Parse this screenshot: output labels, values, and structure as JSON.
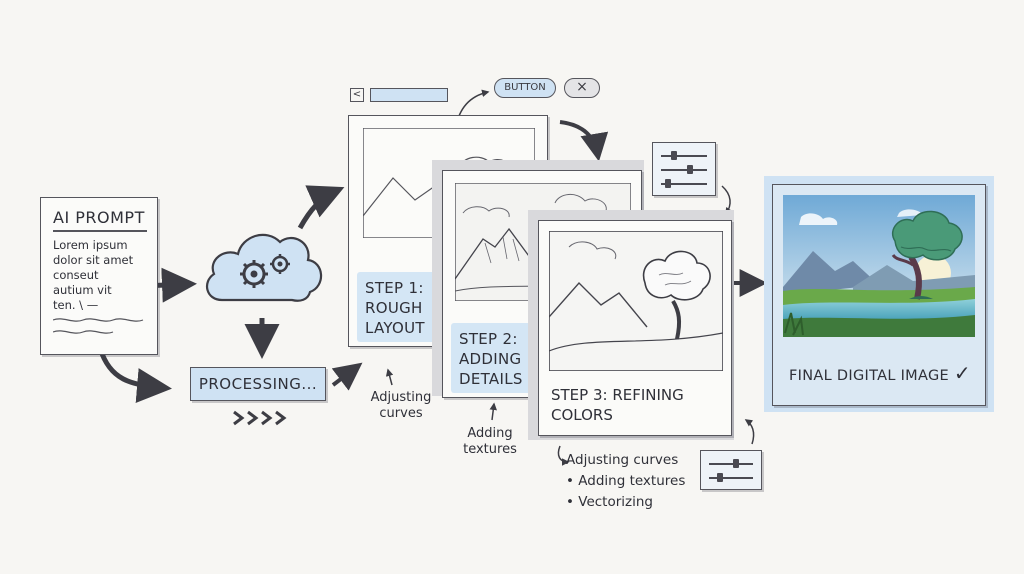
{
  "prompt": {
    "title": "AI PROMPT",
    "lines": [
      "Lorem ipsum",
      "dolor sit amet",
      "conseut",
      "autium vit",
      "ten. \\ —"
    ]
  },
  "processing_label": "PROCESSING...",
  "top_controls": {
    "button_label": "BUTTON",
    "close_glyph": "×",
    "back_glyph": "<"
  },
  "step1": {
    "label": "STEP 1: ROUGH LAYOUT",
    "caption": "Adjusting curves"
  },
  "step2": {
    "label": "STEP 2: ADDING DETAILS",
    "caption": "Adding textures"
  },
  "step3": {
    "label": "STEP 3: REFINING COLORS",
    "notes": [
      "Adjusting curves",
      "Adding textures",
      "Vectorizing"
    ]
  },
  "final": {
    "label": "FINAL DIGITAL IMAGE",
    "check": "✓"
  },
  "colors": {
    "accent_blue": "#cfe2f3",
    "ink": "#3a3a40",
    "paper": "#f7f6f3"
  },
  "icons": [
    "gear-icon",
    "cloud-icon",
    "slider-icon",
    "checkmark-icon",
    "close-icon"
  ]
}
